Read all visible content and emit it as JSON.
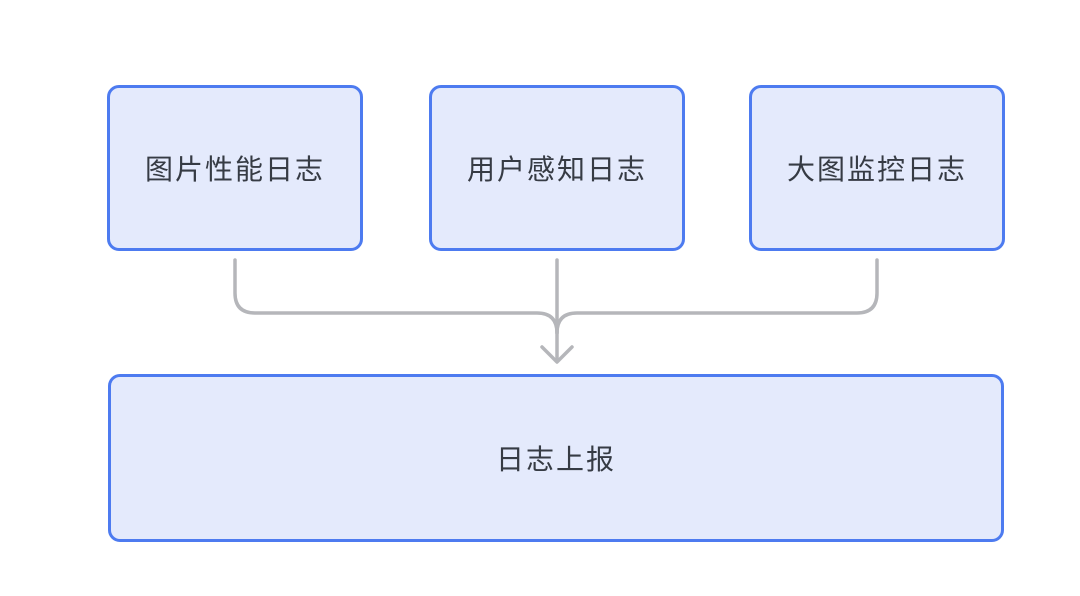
{
  "diagram": {
    "nodes": [
      {
        "id": "image-performance-log",
        "label": "图片性能日志"
      },
      {
        "id": "user-perception-log",
        "label": "用户感知日志"
      },
      {
        "id": "large-image-monitor-log",
        "label": "大图监控日志"
      },
      {
        "id": "log-report",
        "label": "日志上报"
      }
    ],
    "edges": [
      {
        "from": "图片性能日志",
        "to": "日志上报"
      },
      {
        "from": "用户感知日志",
        "to": "日志上报"
      },
      {
        "from": "大图监控日志",
        "to": "日志上报"
      }
    ],
    "colors": {
      "node_border": "#4d7bf0",
      "node_fill": "#e4eafc",
      "node_text": "#363b44",
      "connector": "#b5b6ba",
      "canvas_bg": "#ffffff"
    }
  }
}
